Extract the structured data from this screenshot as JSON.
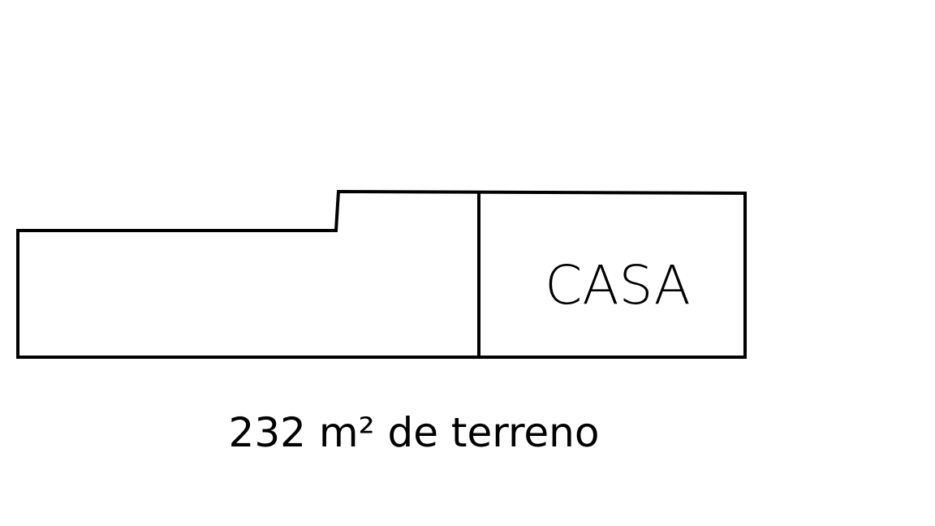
{
  "diagram": {
    "type": "lot-floor-plan",
    "room_label": "CASA",
    "caption": "232 m² de terreno",
    "line_color": "#000000",
    "background_color": "#ffffff"
  }
}
